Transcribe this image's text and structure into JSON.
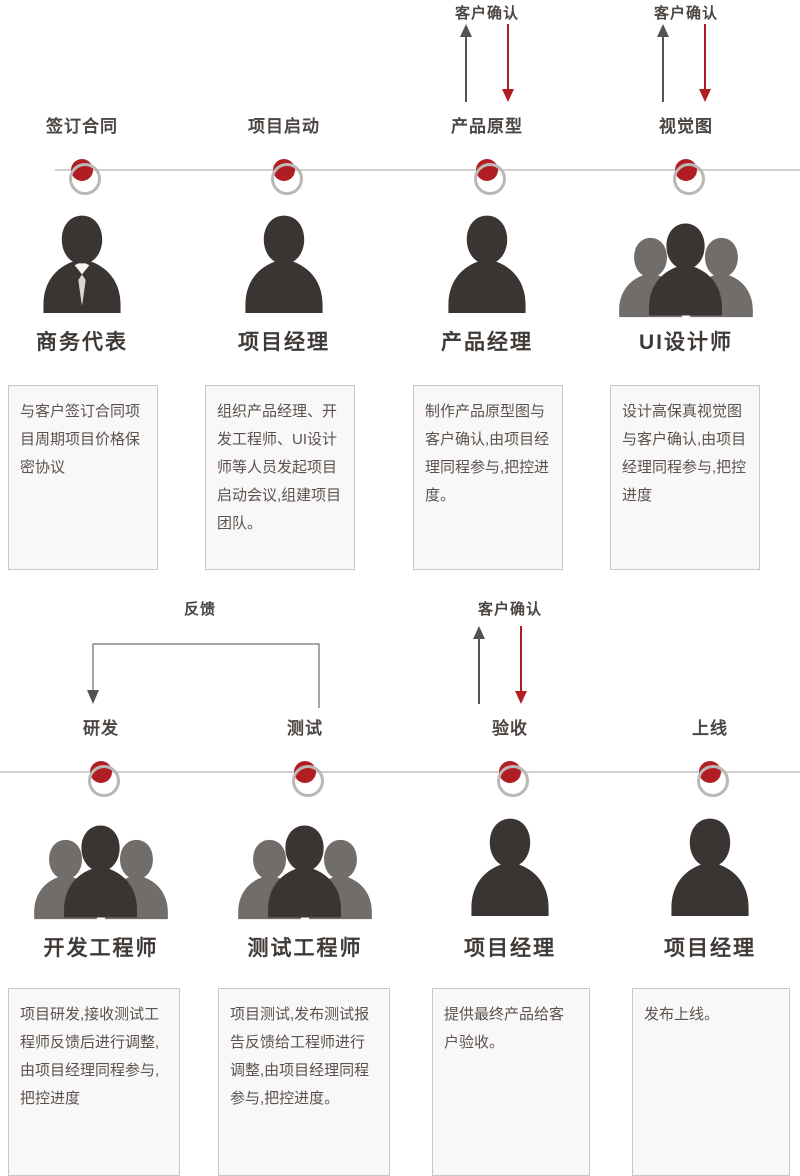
{
  "colors": {
    "accent_red": "#b01e23",
    "icon_dark": "#3a3432",
    "icon_light": "#716d6a",
    "line_gray": "#d1cfcd"
  },
  "annotations": {
    "customer_confirm": "客户确认",
    "feedback": "反馈"
  },
  "top_stages": [
    {
      "label": "签订合同",
      "role": "商务代表",
      "icon": "person-tie",
      "desc": "与客户签订合同项目周期项目价格保密协议"
    },
    {
      "label": "项目启动",
      "role": "项目经理",
      "icon": "person",
      "desc": "组织产品经理、开发工程师、UI设计师等人员发起项目启动会议,组建项目团队。"
    },
    {
      "label": "产品原型",
      "role": "产品经理",
      "icon": "person",
      "desc": "制作产品原型图与客户确认,由项目经理同程参与,把控进度。"
    },
    {
      "label": "视觉图",
      "role": "UI设计师",
      "icon": "group",
      "desc": "设计高保真视觉图与客户确认,由项目经理同程参与,把控进度"
    }
  ],
  "bottom_stages": [
    {
      "label": "研发",
      "role": "开发工程师",
      "icon": "group",
      "desc": "项目研发,接收测试工程师反馈后进行调整,由项目经理同程参与,把控进度"
    },
    {
      "label": "测试",
      "role": "测试工程师",
      "icon": "group",
      "desc": "项目测试,发布测试报告反馈给工程师进行调整,由项目经理同程参与,把控进度。"
    },
    {
      "label": "验收",
      "role": "项目经理",
      "icon": "person",
      "desc": "提供最终产品给客户验收。"
    },
    {
      "label": "上线",
      "role": "项目经理",
      "icon": "person",
      "desc": "发布上线。"
    }
  ]
}
